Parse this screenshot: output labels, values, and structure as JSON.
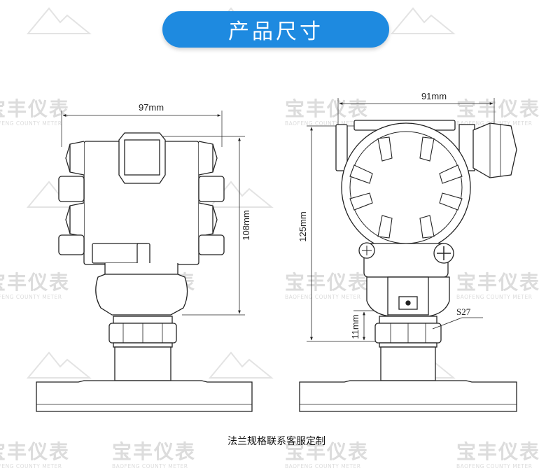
{
  "banner": {
    "title": "产品尺寸"
  },
  "watermark": {
    "text": "宝丰仪表",
    "subtext": "BAOFENG COUNTY METER"
  },
  "drawing_left": {
    "width_label": "97mm",
    "height_label": "108mm"
  },
  "drawing_right": {
    "width_label": "91mm",
    "height_label": "125mm",
    "neck_label": "11mm",
    "wrench_label": "S27"
  },
  "caption": "法兰规格联系客服定制",
  "colors": {
    "banner": "#1e8ae0",
    "line": "#222222",
    "watermark": "#dcdcdc"
  }
}
